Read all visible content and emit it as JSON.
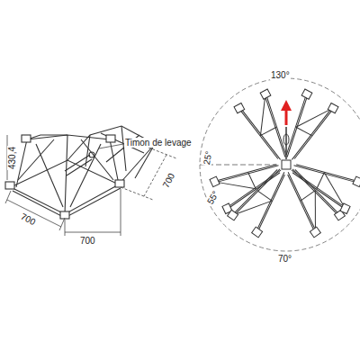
{
  "diagram": {
    "labels": [
      "430,4",
      "Timon de levage",
      "700",
      "700",
      "700",
      "130°",
      "25°",
      "55°",
      "70°"
    ]
  }
}
